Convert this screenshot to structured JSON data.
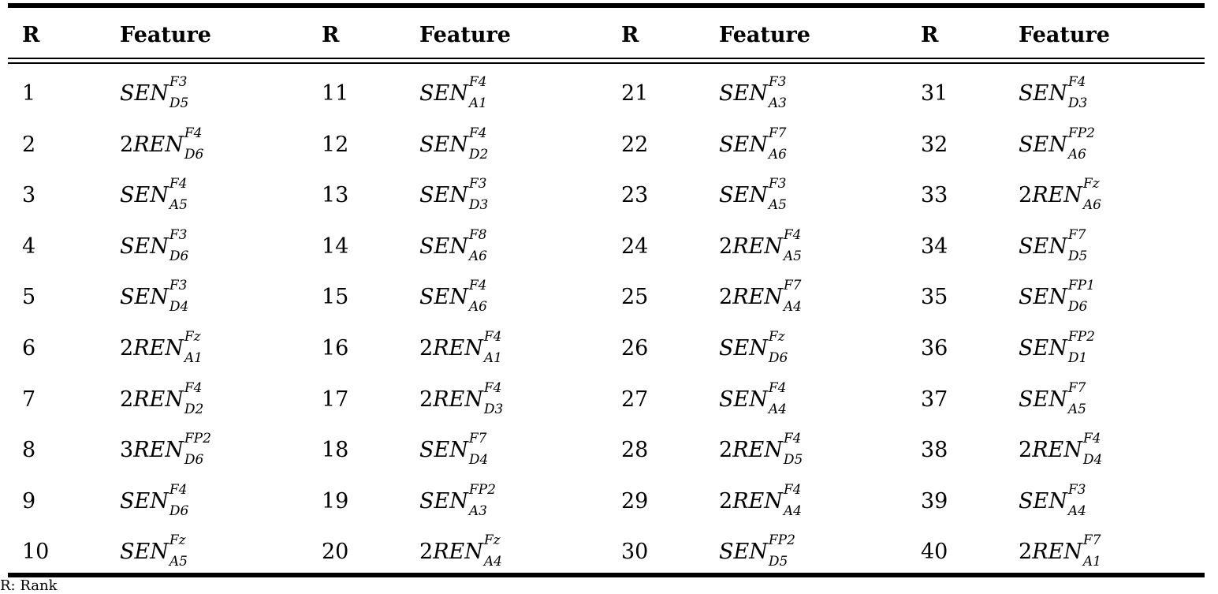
{
  "header": {
    "rank_label": "R",
    "feature_label": "Feature"
  },
  "rows": [
    [
      {
        "rank": "1",
        "pre": "",
        "base": "SEN",
        "sup": "F3",
        "sub": "D5"
      },
      {
        "rank": "11",
        "pre": "",
        "base": "SEN",
        "sup": "F4",
        "sub": "A1"
      },
      {
        "rank": "21",
        "pre": "",
        "base": "SEN",
        "sup": "F3",
        "sub": "A3"
      },
      {
        "rank": "31",
        "pre": "",
        "base": "SEN",
        "sup": "F4",
        "sub": "D3"
      }
    ],
    [
      {
        "rank": "2",
        "pre": "2",
        "base": "REN",
        "sup": "F4",
        "sub": "D6"
      },
      {
        "rank": "12",
        "pre": "",
        "base": "SEN",
        "sup": "F4",
        "sub": "D2"
      },
      {
        "rank": "22",
        "pre": "",
        "base": "SEN",
        "sup": "F7",
        "sub": "A6"
      },
      {
        "rank": "32",
        "pre": "",
        "base": "SEN",
        "sup": "FP2",
        "sub": "A6"
      }
    ],
    [
      {
        "rank": "3",
        "pre": "",
        "base": "SEN",
        "sup": "F4",
        "sub": "A5"
      },
      {
        "rank": "13",
        "pre": "",
        "base": "SEN",
        "sup": "F3",
        "sub": "D3"
      },
      {
        "rank": "23",
        "pre": "",
        "base": "SEN",
        "sup": "F3",
        "sub": "A5"
      },
      {
        "rank": "33",
        "pre": "2",
        "base": "REN",
        "sup": "Fz",
        "sub": "A6"
      }
    ],
    [
      {
        "rank": "4",
        "pre": "",
        "base": "SEN",
        "sup": "F3",
        "sub": "D6"
      },
      {
        "rank": "14",
        "pre": "",
        "base": "SEN",
        "sup": "F8",
        "sub": "A6"
      },
      {
        "rank": "24",
        "pre": "2",
        "base": "REN",
        "sup": "F4",
        "sub": "A5"
      },
      {
        "rank": "34",
        "pre": "",
        "base": "SEN",
        "sup": "F7",
        "sub": "D5"
      }
    ],
    [
      {
        "rank": "5",
        "pre": "",
        "base": "SEN",
        "sup": "F3",
        "sub": "D4"
      },
      {
        "rank": "15",
        "pre": "",
        "base": "SEN",
        "sup": "F4",
        "sub": "A6"
      },
      {
        "rank": "25",
        "pre": "2",
        "base": "REN",
        "sup": "F7",
        "sub": "A4"
      },
      {
        "rank": "35",
        "pre": "",
        "base": "SEN",
        "sup": "FP1",
        "sub": "D6"
      }
    ],
    [
      {
        "rank": "6",
        "pre": "2",
        "base": "REN",
        "sup": "Fz",
        "sub": "A1"
      },
      {
        "rank": "16",
        "pre": "2",
        "base": "REN",
        "sup": "F4",
        "sub": "A1"
      },
      {
        "rank": "26",
        "pre": "",
        "base": "SEN",
        "sup": "Fz",
        "sub": "D6"
      },
      {
        "rank": "36",
        "pre": "",
        "base": "SEN",
        "sup": "FP2",
        "sub": "D1"
      }
    ],
    [
      {
        "rank": "7",
        "pre": "2",
        "base": "REN",
        "sup": "F4",
        "sub": "D2"
      },
      {
        "rank": "17",
        "pre": "2",
        "base": "REN",
        "sup": "F4",
        "sub": "D3"
      },
      {
        "rank": "27",
        "pre": "",
        "base": "SEN",
        "sup": "F4",
        "sub": "A4"
      },
      {
        "rank": "37",
        "pre": "",
        "base": "SEN",
        "sup": "F7",
        "sub": "A5"
      }
    ],
    [
      {
        "rank": "8",
        "pre": "3",
        "base": "REN",
        "sup": "FP2",
        "sub": "D6"
      },
      {
        "rank": "18",
        "pre": "",
        "base": "SEN",
        "sup": "F7",
        "sub": "D4"
      },
      {
        "rank": "28",
        "pre": "2",
        "base": "REN",
        "sup": "F4",
        "sub": "D5"
      },
      {
        "rank": "38",
        "pre": "2",
        "base": "REN",
        "sup": "F4",
        "sub": "D4"
      }
    ],
    [
      {
        "rank": "9",
        "pre": "",
        "base": "SEN",
        "sup": "F4",
        "sub": "D6"
      },
      {
        "rank": "19",
        "pre": "",
        "base": "SEN",
        "sup": "FP2",
        "sub": "A3"
      },
      {
        "rank": "29",
        "pre": "2",
        "base": "REN",
        "sup": "F4",
        "sub": "A4"
      },
      {
        "rank": "39",
        "pre": "",
        "base": "SEN",
        "sup": "F3",
        "sub": "A4"
      }
    ],
    [
      {
        "rank": "10",
        "pre": "",
        "base": "SEN",
        "sup": "Fz",
        "sub": "A5"
      },
      {
        "rank": "20",
        "pre": "2",
        "base": "REN",
        "sup": "Fz",
        "sub": "A4"
      },
      {
        "rank": "30",
        "pre": "",
        "base": "SEN",
        "sup": "FP2",
        "sub": "D5"
      },
      {
        "rank": "40",
        "pre": "2",
        "base": "REN",
        "sup": "F7",
        "sub": "A1"
      }
    ]
  ],
  "footnote": "R: Rank"
}
